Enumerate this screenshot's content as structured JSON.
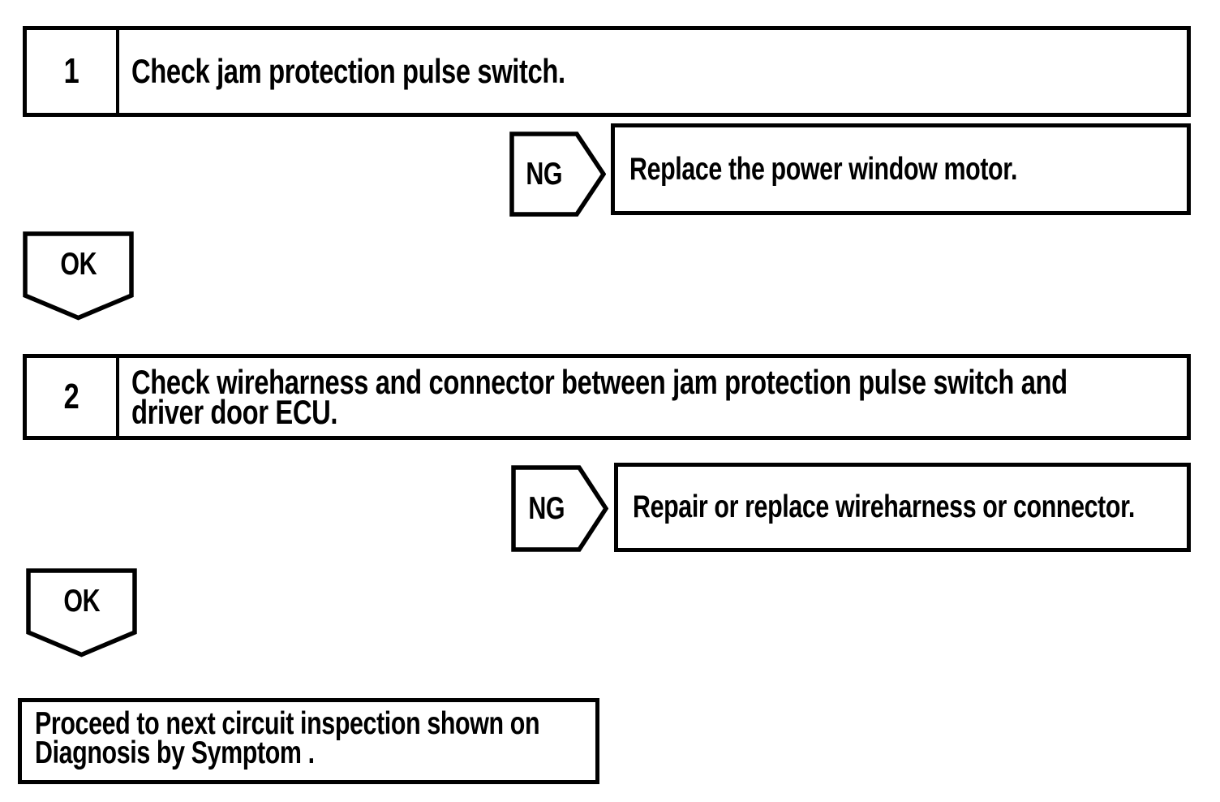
{
  "page": {
    "background_color": "#ffffff",
    "ink_color": "#000000"
  },
  "flowchart": {
    "step1": {
      "number": "1",
      "instruction": "Check jam protection pulse switch.",
      "ng": {
        "label": "NG",
        "action": "Replace the power window motor."
      },
      "ok": {
        "label": "OK"
      }
    },
    "step2": {
      "number": "2",
      "instruction_line1": "Check wireharness and connector between jam protection pulse switch and",
      "instruction_line2": "driver door ECU.",
      "ng": {
        "label": "NG",
        "action": "Repair or replace wireharness or connector."
      },
      "ok": {
        "label": "OK"
      }
    },
    "conclusion": {
      "line1": "Proceed to next circuit inspection shown on",
      "line2": "Diagnosis by Symptom ."
    }
  }
}
